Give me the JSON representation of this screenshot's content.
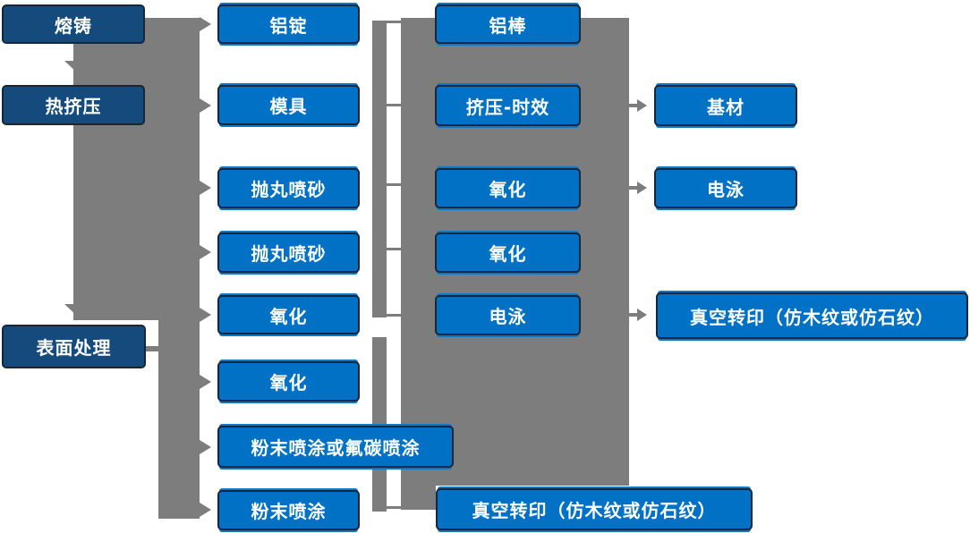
{
  "diagram": {
    "description": "aluminum-profile production process flowchart",
    "col1": {
      "r1": "熔铸",
      "r2": "热挤压",
      "r3": "表面处理"
    },
    "col2": {
      "r1": "铝锭",
      "r2": "模具",
      "r3": "抛丸喷砂",
      "r4": "抛丸喷砂",
      "r5": "氧化",
      "r6": "氧化",
      "r7": "粉末喷涂或氟碳喷涂",
      "r8": "粉末喷涂"
    },
    "col3": {
      "r1": "铝棒",
      "r2": "挤压-时效",
      "r3": "氧化",
      "r4": "氧化",
      "r5": "电泳",
      "r6": "真空转印（仿木纹或仿石纹）"
    },
    "col4": {
      "r1": "基材",
      "r2": "电泳",
      "r3": "真空转印（仿木纹或仿石纹）"
    }
  },
  "colors": {
    "process_box": "#0071c5",
    "stage_box": "#154a7d",
    "box_border": "#16273b",
    "connector_gray": "#7d7d7d",
    "text": "#ffffff",
    "background": "#ffffff"
  },
  "icons": {
    "arrow_right": "css-triangle-right",
    "arrow_down": "css-triangle-down"
  }
}
